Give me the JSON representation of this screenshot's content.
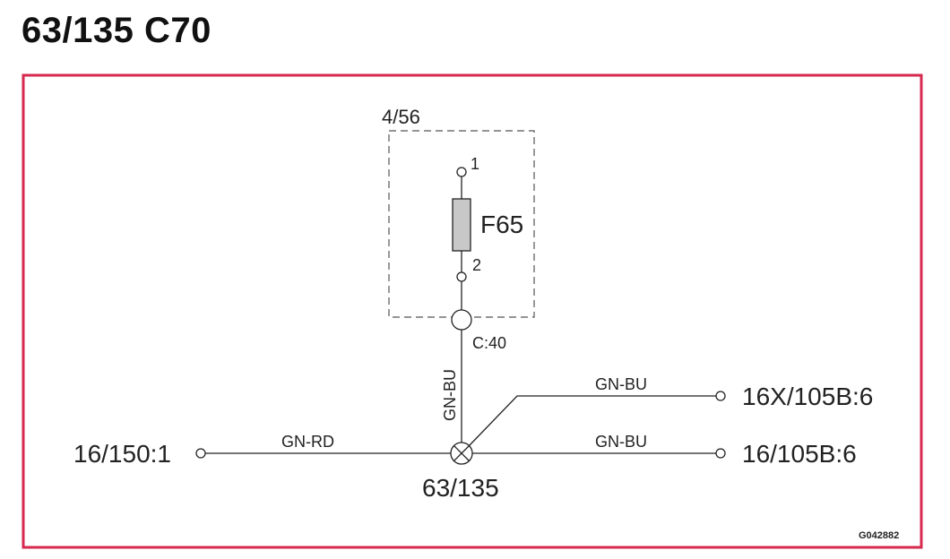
{
  "title": "63/135 C70",
  "colors": {
    "frame": "#d6294f",
    "wire": "#222222",
    "fuse_fill": "#c8c8c8",
    "box_dash": "#555555"
  },
  "component": {
    "box_label": "4/56",
    "fuse_label": "F65",
    "pin_top": "1",
    "pin_bottom": "2",
    "connector_label": "C:40"
  },
  "splice": {
    "label": "63/135",
    "wires": {
      "vertical": "GN-BU",
      "left": "GN-RD",
      "right_upper": "GN-BU",
      "right_lower": "GN-BU"
    }
  },
  "terminals": {
    "left": "16/150:1",
    "right_upper": "16X/105B:6",
    "right_lower": "16/105B:6"
  },
  "figure_code": "G042882"
}
